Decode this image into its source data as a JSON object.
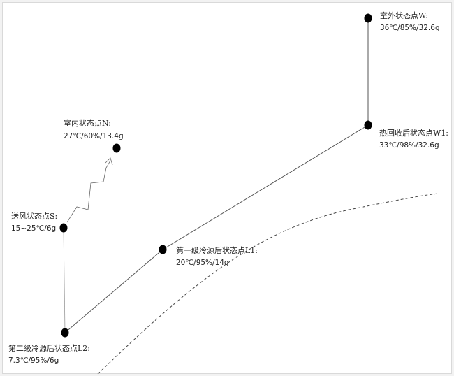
{
  "points": {
    "W": {
      "name": "室外状态点W:",
      "values": "36℃/85%/32.6g"
    },
    "W1": {
      "name": "热回收后状态点W1:",
      "values": "33℃/98%/32.6g"
    },
    "N": {
      "name": "室内状态点N:",
      "values": "27℃/60%/13.4g"
    },
    "S": {
      "name": "送风状态点S:",
      "values": "15~25℃/6g"
    },
    "L1": {
      "name": "第一级冷源后状态点L1:",
      "values": "20℃/95%/14g"
    },
    "L2": {
      "name": "第二级冷源后状态点L2:",
      "values": "7.3℃/95%/6g"
    }
  },
  "colors": {
    "point": "#000000",
    "line": "#555555",
    "curve": "#444444"
  }
}
